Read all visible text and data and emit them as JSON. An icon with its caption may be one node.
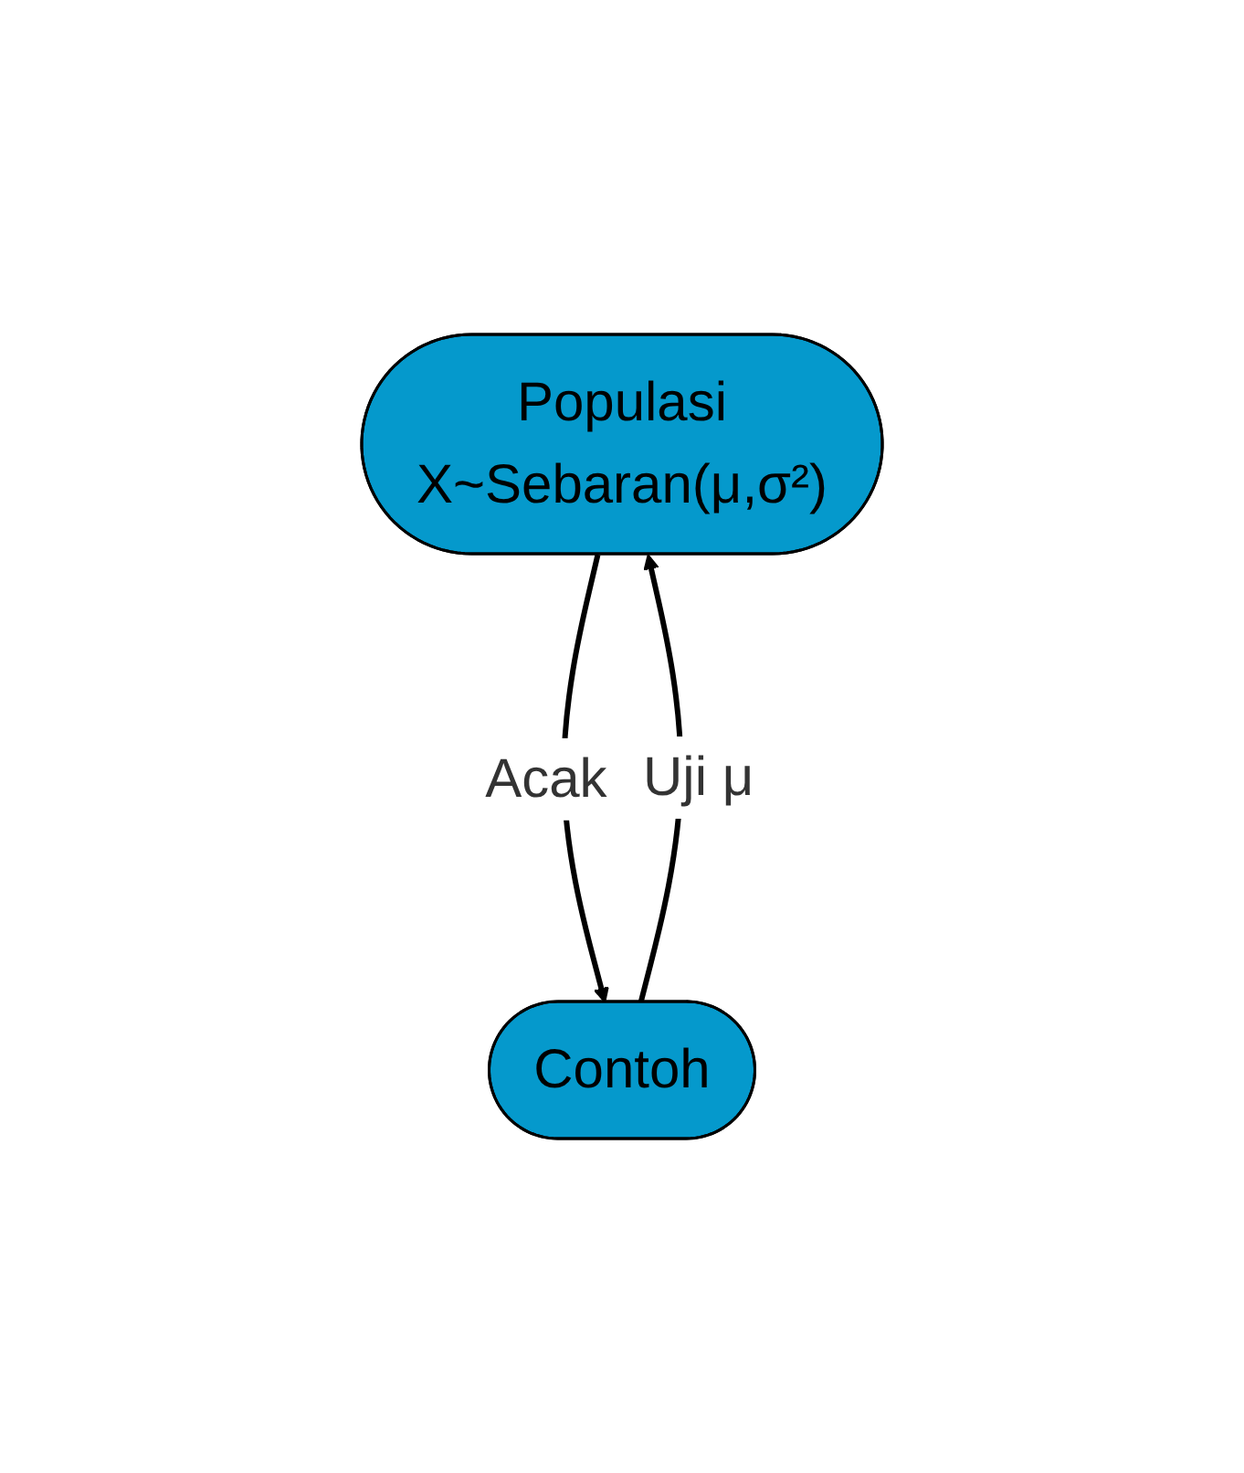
{
  "diagram": {
    "nodes": [
      {
        "text": [
          "Populasi",
          "X~Sebaran(μ,σ²)"
        ]
      },
      {
        "text": [
          "Contoh"
        ]
      }
    ],
    "edges": [
      {
        "from": 0,
        "to": 1,
        "arrow": "to",
        "label": "Acak"
      },
      {
        "from": 1,
        "to": 0,
        "arrow": "to",
        "label": "Uji μ"
      }
    ]
  }
}
